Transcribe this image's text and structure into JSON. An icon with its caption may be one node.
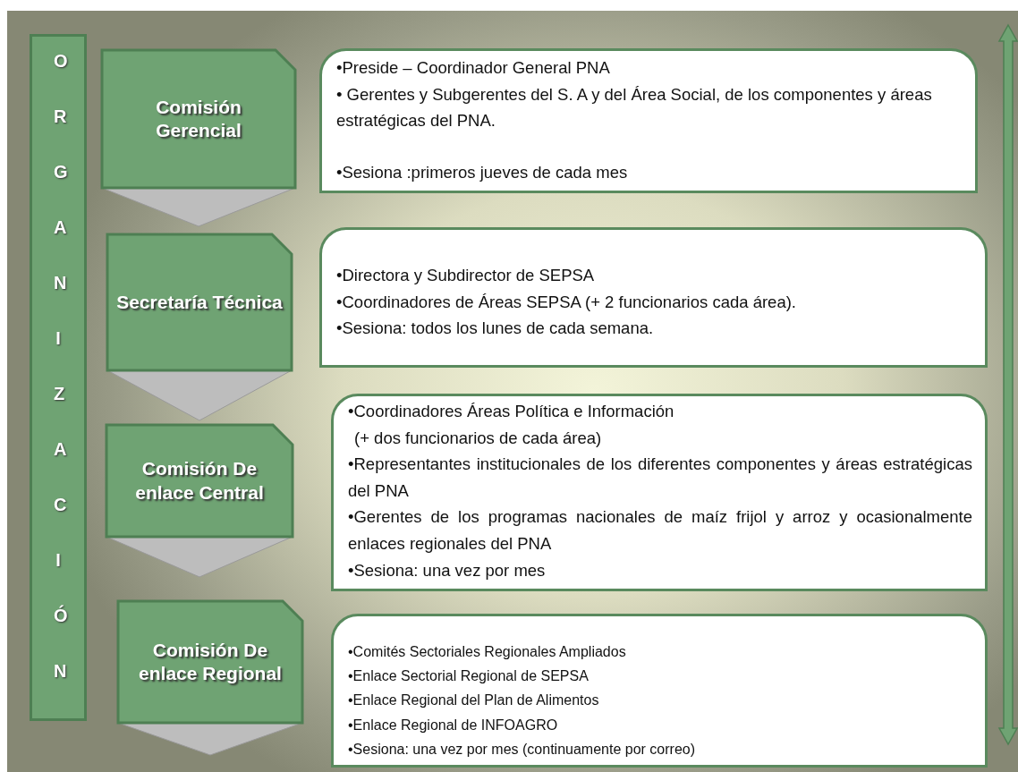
{
  "diagram": {
    "nodes": [
      {
        "text": [
          "ORGANIZACIÓN"
        ]
      },
      {
        "text": [
          "Comisión Gerencial"
        ]
      },
      {
        "text": [
          "Secretaría Técnica"
        ]
      },
      {
        "text": [
          "Comisión De enlace Central"
        ]
      },
      {
        "text": [
          "Comisión De enlace Regional"
        ]
      },
      {
        "text": [
          "•Preside – Coordinador General PNA",
          "• Gerentes y Subgerentes del S. A y del Área Social, de los componentes y áreas estratégicas del PNA.",
          "•Sesiona :primeros jueves de cada mes"
        ]
      },
      {
        "text": [
          "•Directora y Subdirector de SEPSA",
          "•Coordinadores de Áreas SEPSA (+ 2 funcionarios cada área).",
          "•Sesiona: todos los lunes de cada semana."
        ]
      },
      {
        "text": [
          "•Coordinadores Áreas Política e Información",
          "(+ dos funcionarios de cada área)",
          "•Representantes institucionales de los diferentes componentes y áreas estratégicas del PNA",
          "•Gerentes de los programas nacionales de maíz frijol y arroz y ocasionalmente enlaces regionales del PNA",
          "•Sesiona: una vez por mes"
        ]
      },
      {
        "text": [
          "•Comités Sectoriales Regionales Ampliados",
          "•Enlace Sectorial Regional de SEPSA",
          "•Enlace Regional del Plan de Alimentos",
          "•Enlace Regional de INFOAGRO",
          "•Sesiona: una vez por mes (continuamente por correo)"
        ]
      }
    ]
  }
}
